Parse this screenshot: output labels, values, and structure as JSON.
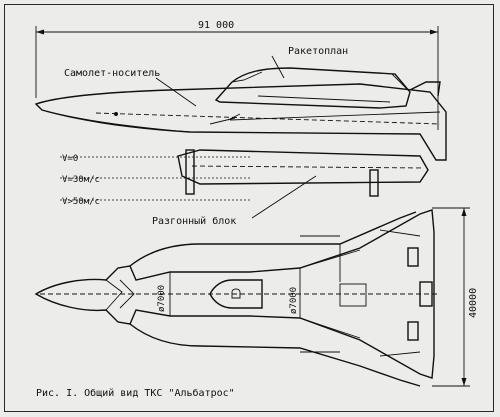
{
  "dimensions": {
    "length": "91 000",
    "width": "40000",
    "diameter_left": "ø7000",
    "diameter_right": "ø7000"
  },
  "labels": {
    "orbiter": "Ракетоплан",
    "carrier": "Самолет-носитель",
    "booster": "Разгонный блок"
  },
  "waterlines": {
    "v0": "V=0",
    "v30": "V=30м/с",
    "v50": "V>50м/с"
  },
  "caption": "Рис. I. Общий вид ТКС \"Альбатрос\""
}
